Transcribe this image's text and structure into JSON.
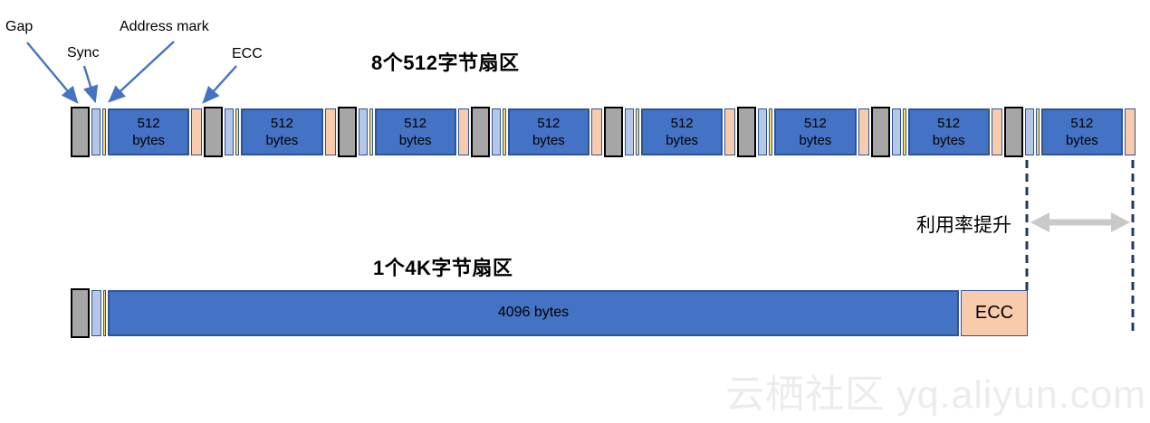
{
  "diagram": {
    "field_labels": {
      "gap": "Gap",
      "sync": "Sync",
      "address_mark": "Address mark",
      "ecc": "ECC"
    },
    "top_bar": {
      "title": "8个512字节扇区",
      "sector_count": 8,
      "data_label_line1": "512",
      "data_label_line2": "bytes"
    },
    "bottom_bar": {
      "title": "1个4K字节扇区",
      "data_label": "4096 bytes",
      "ecc_label": "ECC"
    },
    "annotation": {
      "text": "利用率提升"
    },
    "watermark": "云栖社区 yq.aliyun.com",
    "colors": {
      "gap": "#A6A6A6",
      "sync": "#B4C7E7",
      "address_mark": "#FFD966",
      "data": "#4472C4",
      "ecc": "#F8CBAD",
      "border_dark": "#2E5497",
      "gap_border": "#000000",
      "arrow_blue": "#4472C4",
      "dashed_line": "#1F3864",
      "measure_arrow": "#C9C9C9"
    }
  }
}
